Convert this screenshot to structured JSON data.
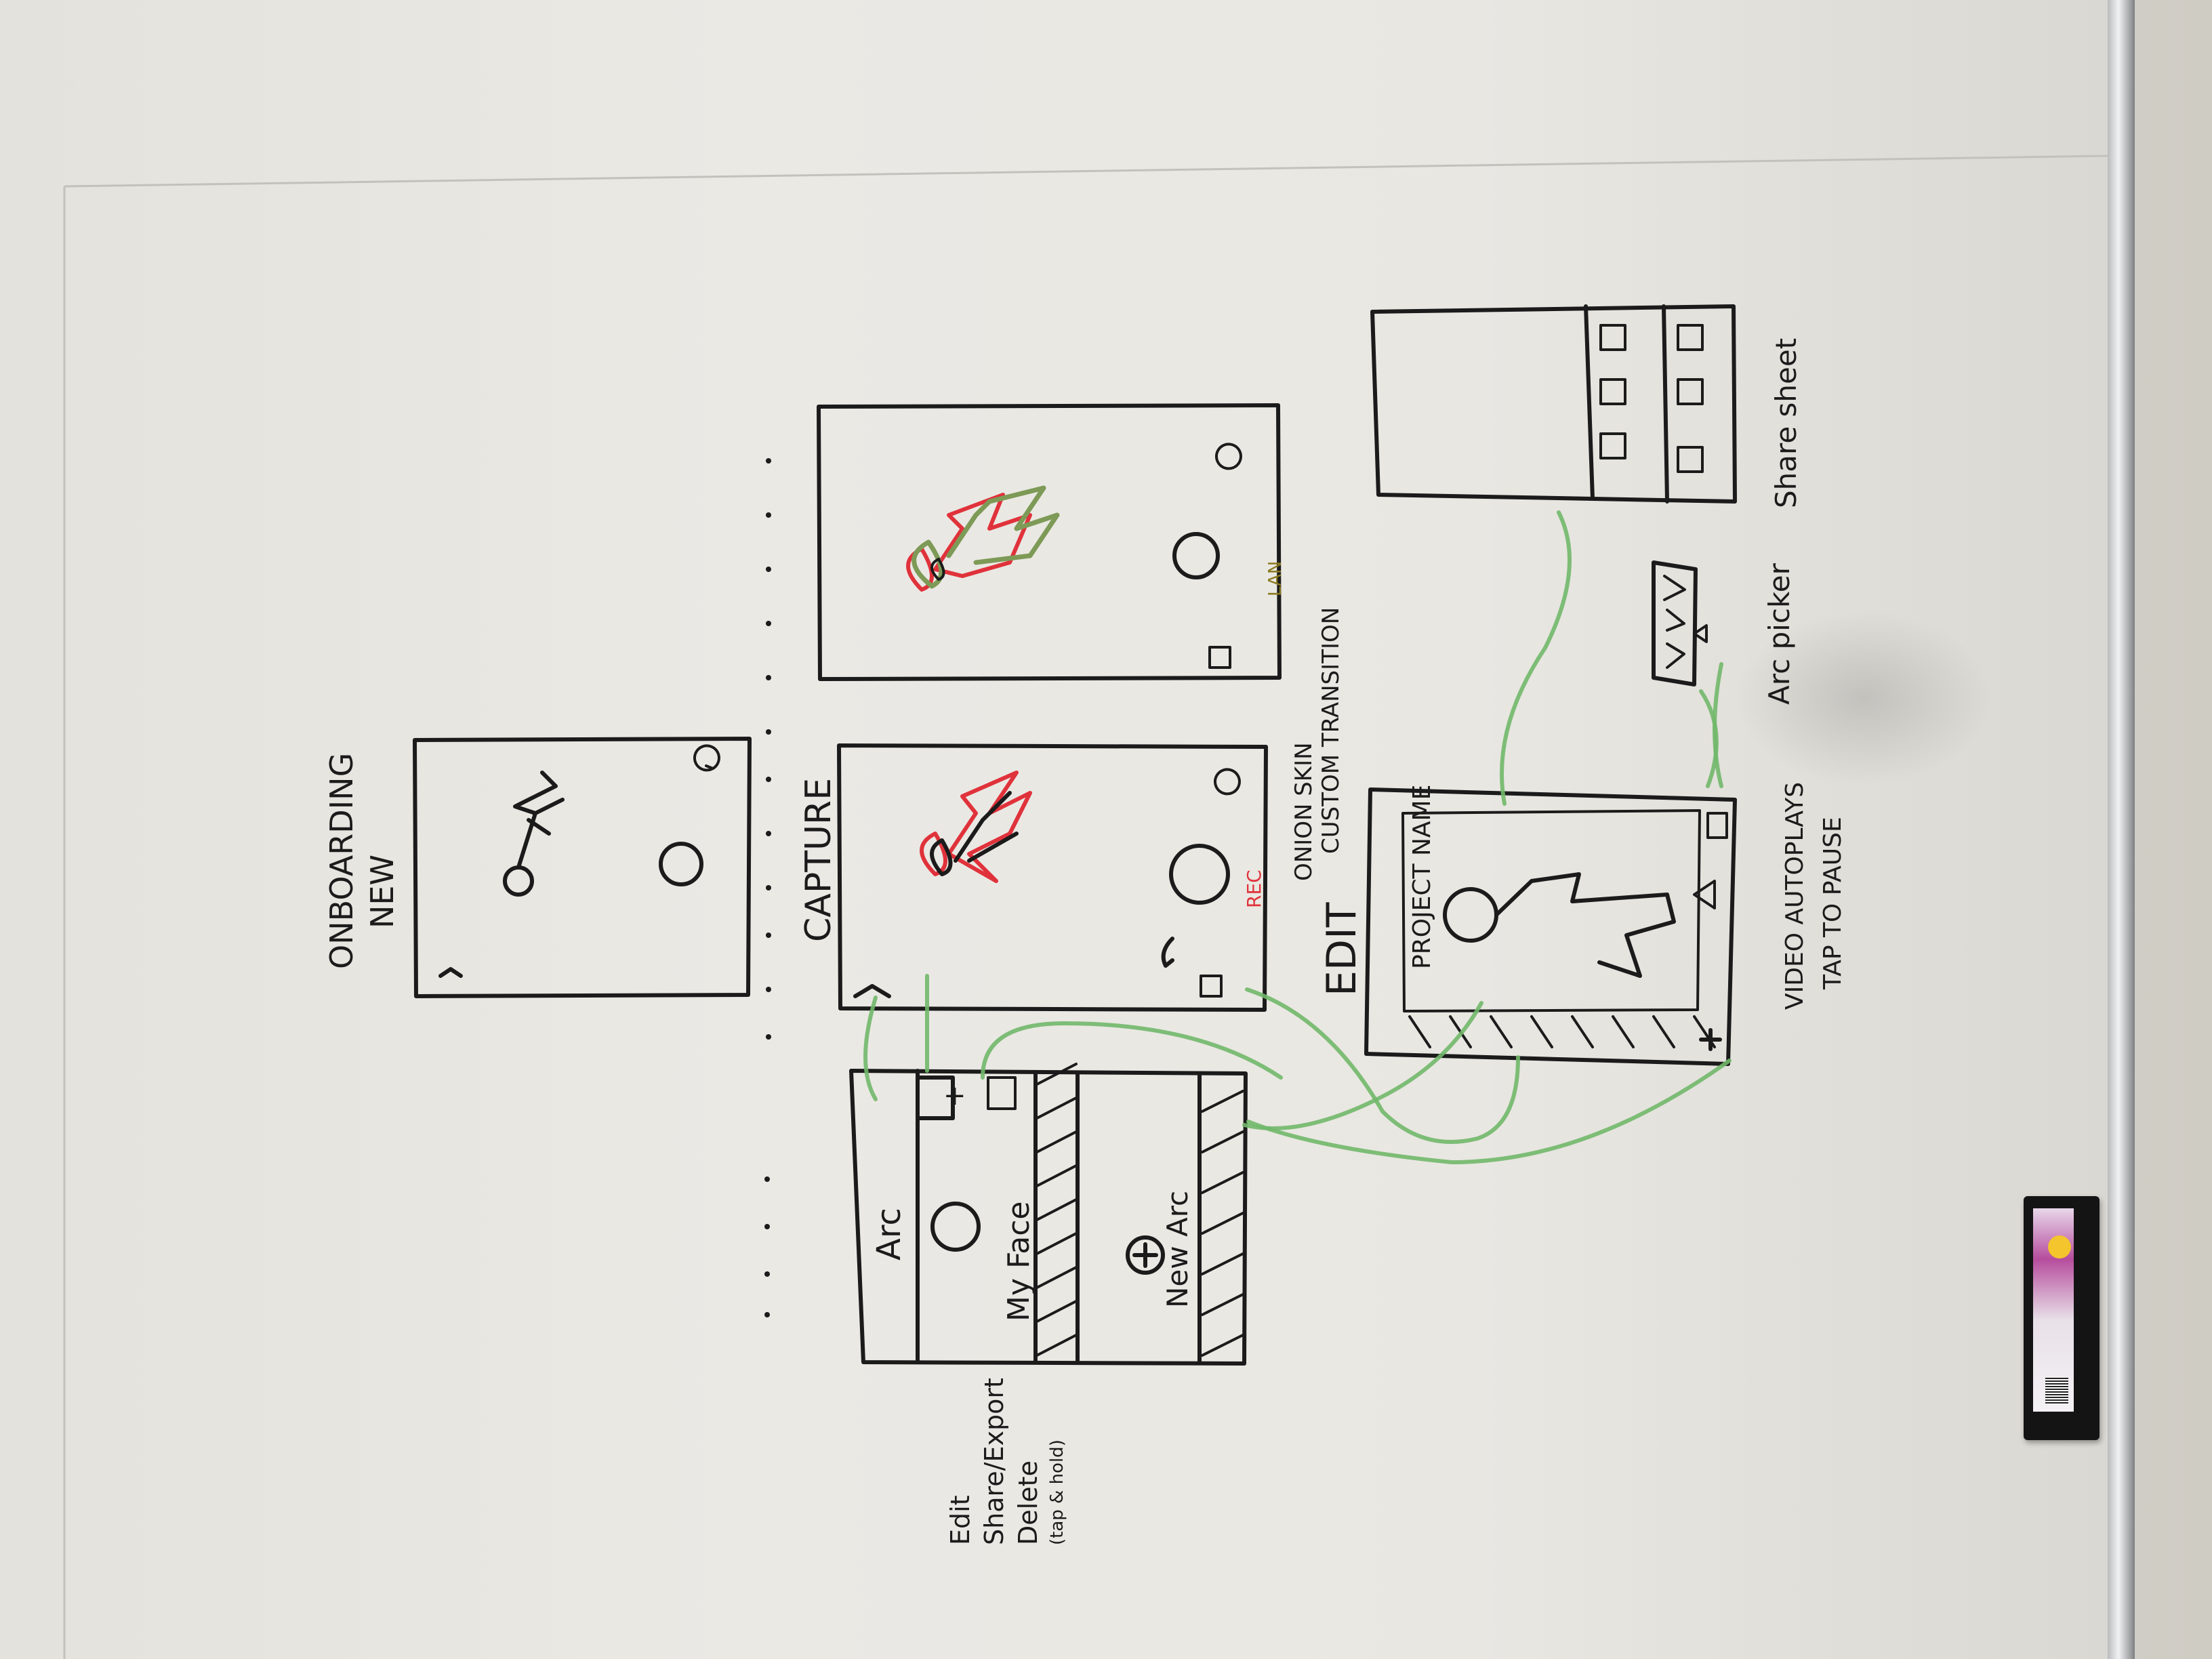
{
  "whiteboard": {
    "labels": {
      "onboarding": "ONBOARDING",
      "new": "NEW",
      "capture": "CAPTURE",
      "edit": "EDIT",
      "onion_skin": "ONION SKIN",
      "custom_transition": "CUSTOM TRANSITION",
      "project_name": "PROJECT NAME",
      "video_autoplays": "VIDEO AUTOPLAYS",
      "tap_to_pause": "TAP TO PAUSE",
      "arc_picker": "Arc picker",
      "share_sheet": "Share sheet",
      "menu_edit": "Edit",
      "menu_share_export": "Share/Export",
      "menu_delete": "Delete",
      "menu_tap_hold": "(tap & hold)",
      "library_title": "Arc",
      "library_item": "My Face",
      "library_new": "New Arc",
      "plus_sign": "+",
      "rec_red": "REC",
      "rec_olive": "LAN"
    }
  }
}
